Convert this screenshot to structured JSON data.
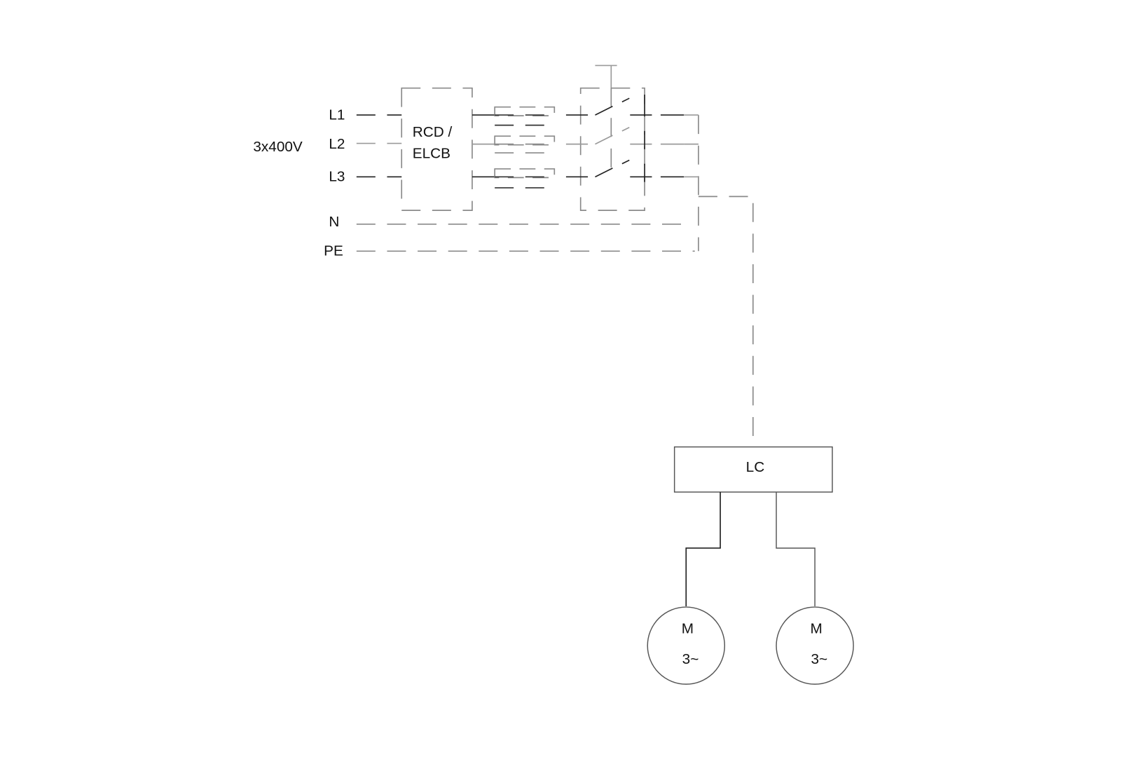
{
  "supply": {
    "voltage": "3x400V",
    "phases": [
      "L1",
      "L2",
      "L3"
    ],
    "neutral": "N",
    "earth": "PE"
  },
  "rcd": {
    "line1": "RCD /",
    "line2": "ELCB"
  },
  "controller": {
    "label": "LC"
  },
  "motors": [
    {
      "label": "M",
      "type": "3~"
    },
    {
      "label": "M",
      "type": "3~"
    }
  ]
}
